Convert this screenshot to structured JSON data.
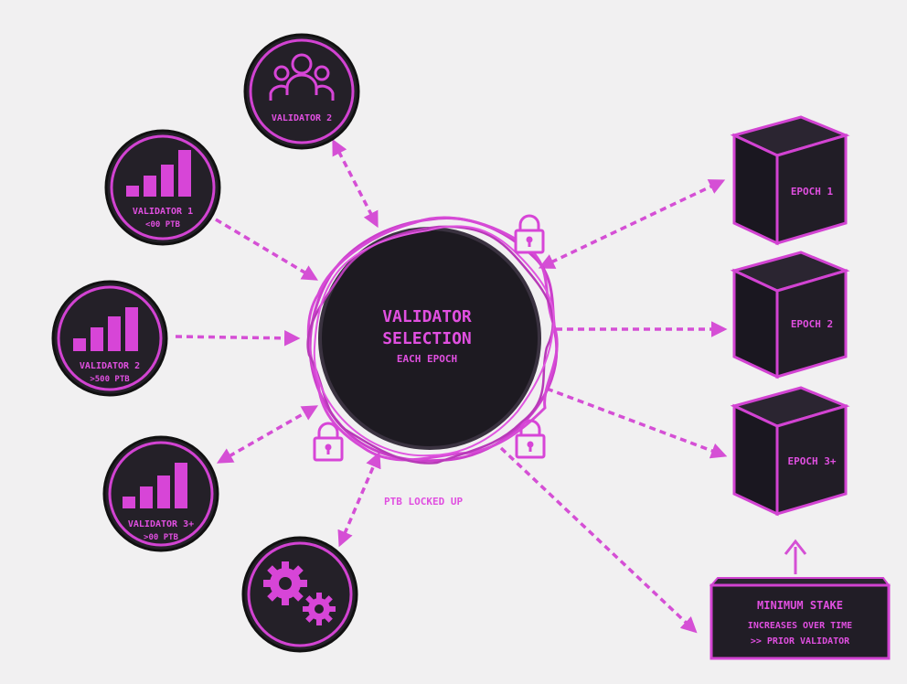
{
  "center": {
    "line1": "VALIDATOR",
    "line2": "SELECTION",
    "line3": "EACH EPOCH"
  },
  "locked_label": "PTB LOCKED UP",
  "validators": {
    "top": "VALIDATOR 2",
    "v1_name": "VALIDATOR 1",
    "v1_stake": "<00 PTB",
    "v2_name": "VALIDATOR 2",
    "v2_stake": ">500 PTB",
    "v3_name": "VALIDATOR 3+",
    "v3_stake": ">00 PTB"
  },
  "epochs": [
    "EPOCH 1",
    "EPOCH 2",
    "EPOCH 3+"
  ],
  "min_stake": {
    "line1": "MINIMUM STAKE",
    "line2": "INCREASES OVER TIME",
    "line3": ">> PRIOR VALIDATOR"
  },
  "icons": [
    "people-icon",
    "bar-chart-icon",
    "lock-icon",
    "gears-icon",
    "cube-icon"
  ],
  "colors": {
    "accent": "#d745d7",
    "dark": "#242028",
    "background": "#f1f0f1"
  }
}
